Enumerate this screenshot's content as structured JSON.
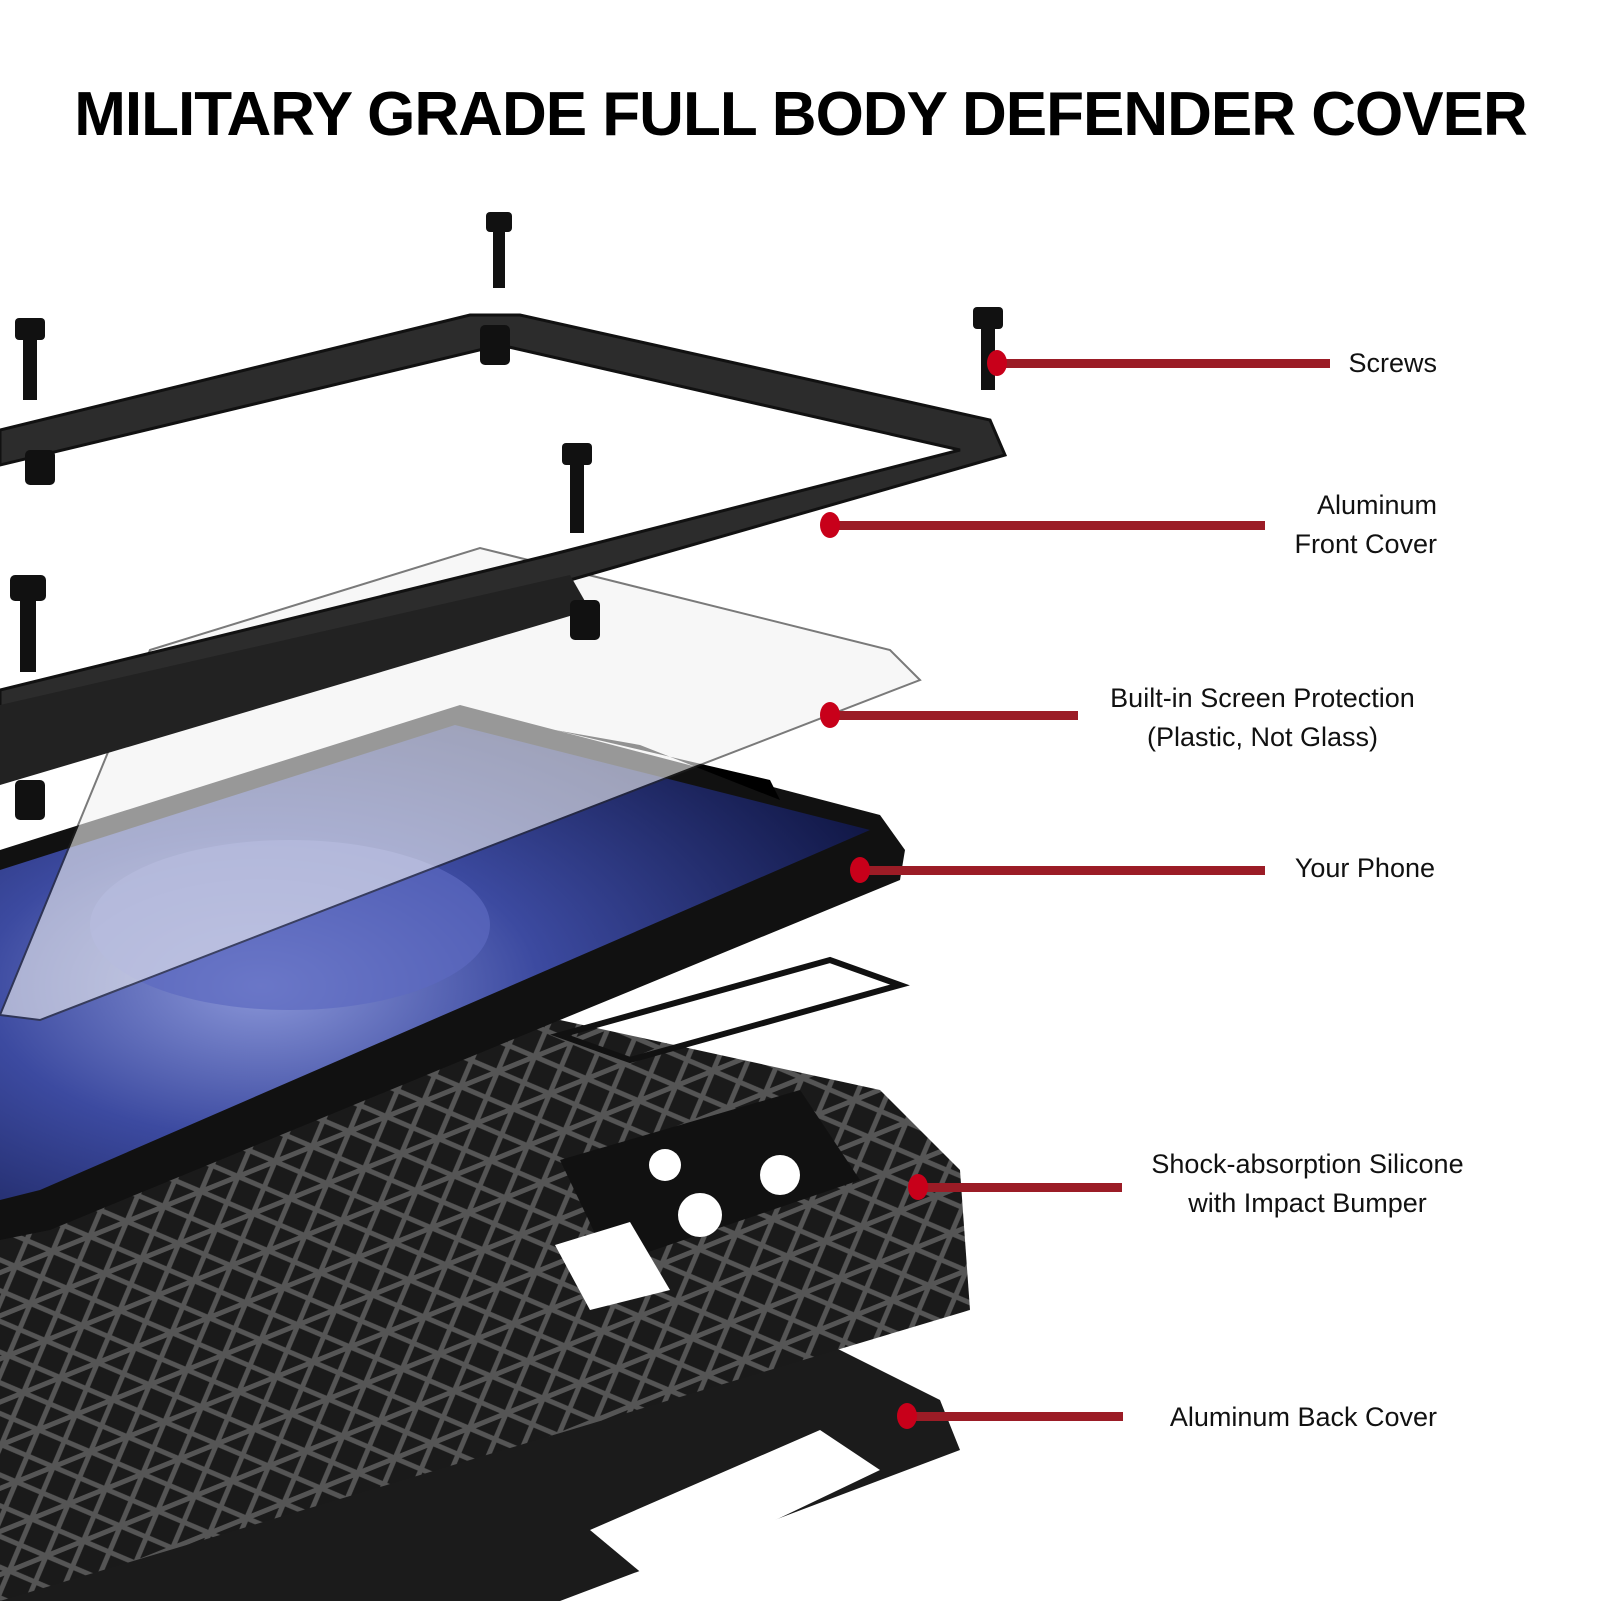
{
  "title": "MILITARY GRADE FULL BODY DEFENDER COVER",
  "colors": {
    "dot": "#c8001a",
    "line": "#9b1c26",
    "text": "#111111"
  },
  "callouts": [
    {
      "lines": [
        "Screws"
      ]
    },
    {
      "lines": [
        "Aluminum",
        "Front Cover"
      ]
    },
    {
      "lines": [
        "Built-in Screen Protection",
        "(Plastic, Not Glass)"
      ]
    },
    {
      "lines": [
        "Your Phone"
      ]
    },
    {
      "lines": [
        "Shock-absorption Silicone",
        "with Impact Bumper"
      ]
    },
    {
      "lines": [
        "Aluminum Back Cover"
      ]
    }
  ]
}
